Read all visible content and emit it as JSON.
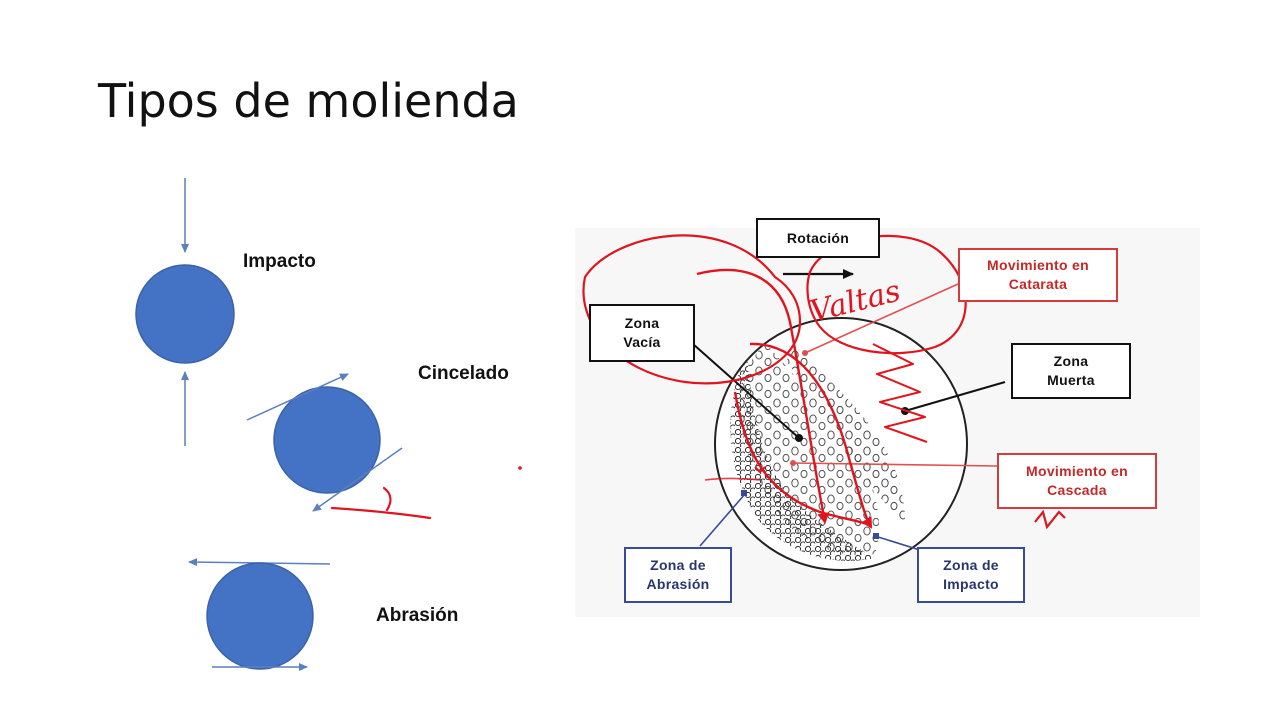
{
  "slide": {
    "title": "Tipos de molienda"
  },
  "left_diagram": {
    "impacto": "Impacto",
    "cincelado": "Cincelado",
    "abrasion": "Abrasión"
  },
  "mill_diagram": {
    "rotacion": "Rotación",
    "zona_vacia": "Zona\nVacía",
    "zona_muerta": "Zona\nMuerta",
    "mov_catarata": "Movimiento en\nCatarata",
    "mov_cascada": "Movimiento en\nCascada",
    "zona_abrasion": "Zona de\nAbrasión",
    "zona_impacto": "Zona de\nImpacto"
  },
  "annotations": {
    "handwritten": "Valtas"
  },
  "colors": {
    "ball_fill": "#4472c4",
    "arrow": "#5b7fbf",
    "ink_red": "#e0141e",
    "label_red": "#c62828",
    "label_blue": "#27366e"
  }
}
